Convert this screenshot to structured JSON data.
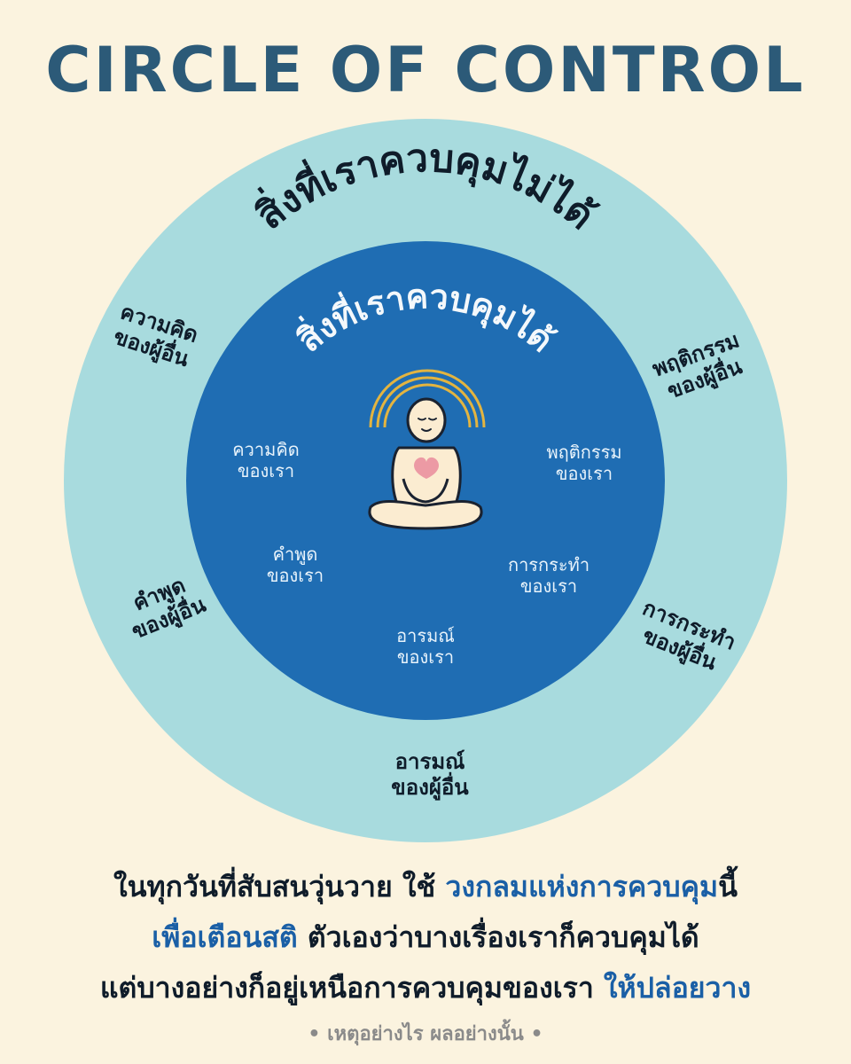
{
  "title": "CIRCLE OF CONTROL",
  "outer_circle": {
    "label": "สิ่งที่เราควบคุมไม่ได้",
    "items": [
      {
        "line1": "ความคิด",
        "line2": "ของผู้อื่น"
      },
      {
        "line1": "พฤติกรรม",
        "line2": "ของผู้อื่น"
      },
      {
        "line1": "คำพูด",
        "line2": "ของผู้อื่น"
      },
      {
        "line1": "การกระทำ",
        "line2": "ของผู้อื่น"
      },
      {
        "line1": "อารมณ์",
        "line2": "ของผู้อื่น"
      }
    ]
  },
  "inner_circle": {
    "label": "สิ่งที่เราควบคุมได้",
    "items": [
      {
        "line1": "ความคิด",
        "line2": "ของเรา"
      },
      {
        "line1": "พฤติกรรม",
        "line2": "ของเรา"
      },
      {
        "line1": "คำพูด",
        "line2": "ของเรา"
      },
      {
        "line1": "การกระทำ",
        "line2": "ของเรา"
      },
      {
        "line1": "อารมณ์",
        "line2": "ของเรา"
      }
    ]
  },
  "center_icon": "meditating-person-icon",
  "footer": {
    "line1_a": "ในทุกวันที่สับสนวุ่นวาย ใช้ ",
    "line1_b": "วงกลมแห่งการควบคุม",
    "line1_c": "นี้",
    "line2_a": "เพื่อเตือนสติ",
    "line2_b": " ตัวเองว่าบางเรื่องเราก็ควบคุมได้",
    "line3_a": "แต่บางอย่างก็อยู่เหนือการควบคุมของเรา ",
    "line3_b": "ให้ปล่อยวาง"
  },
  "credit": "• เหตุอย่างไร ผลอย่างนั้น •",
  "colors": {
    "background": "#fbf3df",
    "outer_circle": "#a8dbde",
    "inner_circle": "#1f6db3",
    "title": "#2c5a78",
    "highlight": "#1a5fa6",
    "halo": "#e3b440",
    "heart": "#ec9aa4"
  }
}
